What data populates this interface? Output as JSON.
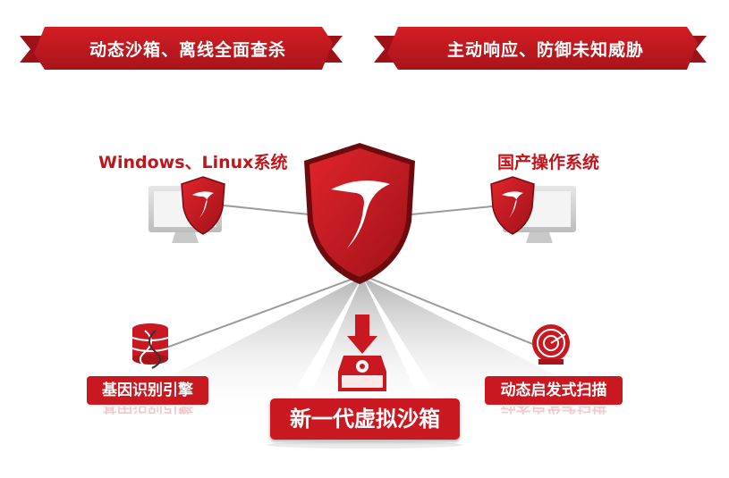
{
  "banners": {
    "left": "动态沙箱、离线全面查杀",
    "right": "主动响应、防御未知威胁"
  },
  "os_labels": {
    "left": "Windows、Linux系统",
    "right": "国产操作系统"
  },
  "tags": {
    "gene": "基因识别引擎",
    "heuristic": "动态启发式扫描",
    "sandbox": "新一代虚拟沙箱"
  },
  "colors": {
    "brand_red": "#c9181f",
    "dark_red": "#8e0f14",
    "monitor_gray": "#cfcfcf"
  },
  "icons": [
    "shield-logo-icon",
    "monitor-icon",
    "database-dna-icon",
    "radar-scan-icon",
    "download-arrow-icon",
    "sandbox-drive-icon"
  ]
}
